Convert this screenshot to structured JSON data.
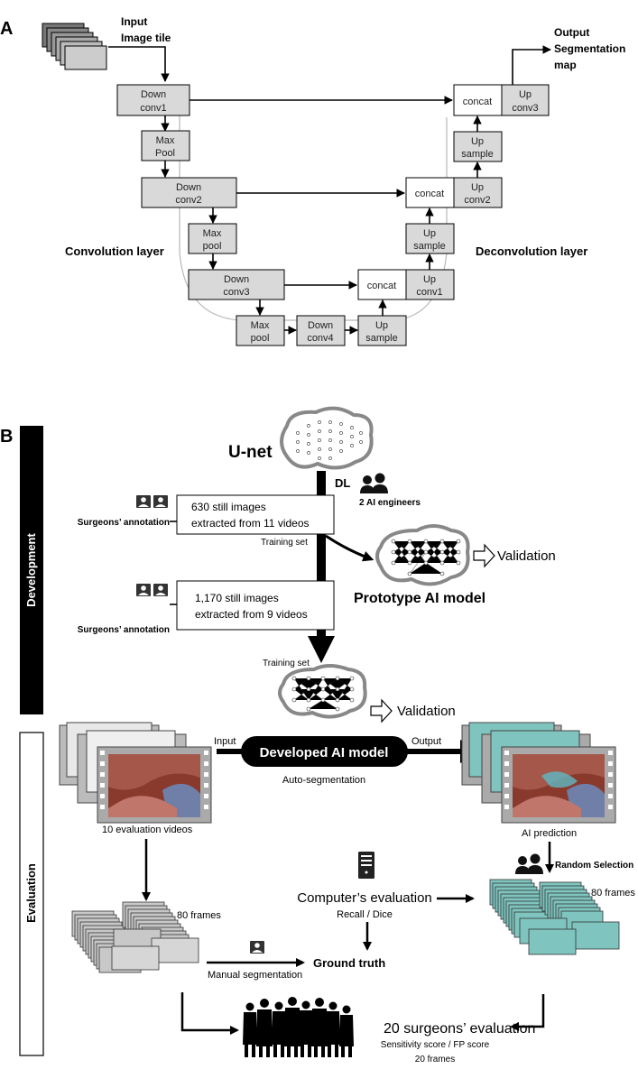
{
  "panel_a": {
    "label": "A",
    "input": [
      "Input",
      "Image tile"
    ],
    "output": [
      "Output",
      "Segmentation",
      "map"
    ],
    "down_conv1": [
      "Down",
      "conv1"
    ],
    "max_pool1": [
      "Max",
      "Pool"
    ],
    "down_conv2": [
      "Down",
      "conv2"
    ],
    "max_pool2": [
      "Max",
      "pool"
    ],
    "down_conv3": [
      "Down",
      "conv3"
    ],
    "max_pool3": [
      "Max",
      "pool"
    ],
    "down_conv4": [
      "Down",
      "conv4"
    ],
    "up_sample1": [
      "Up",
      "sample"
    ],
    "concat1": "concat",
    "up_conv1": [
      "Up",
      "conv1"
    ],
    "up_sample2": [
      "Up",
      "sample"
    ],
    "concat2": "concat",
    "up_conv2": [
      "Up",
      "conv2"
    ],
    "up_sample3": [
      "Up",
      "sample"
    ],
    "concat3": "concat",
    "up_conv3": [
      "Up",
      "conv3"
    ],
    "convolution_layer": "Convolution layer",
    "deconvolution_layer": "Deconvolution layer"
  },
  "panel_b": {
    "label": "B",
    "development_label": "Development",
    "evaluation_label": "Evaluation",
    "unet": "U-net",
    "dl": "DL",
    "ai_engineers": "2 AI engineers",
    "surgeons_annotation_1": "Surgeons’ annotation",
    "dataset1": [
      "630 still images",
      "extracted from 11 videos"
    ],
    "training_set_1": "Training set",
    "validation_1": "Validation",
    "prototype_model": "Prototype AI model",
    "surgeons_annotation_2": "Surgeons’ annotation",
    "dataset2": [
      "1,170 still images",
      "extracted from 9 videos"
    ],
    "training_set_2": "Training set",
    "validation_2": "Validation",
    "input": "Input",
    "output": "Output",
    "developed_model": "Developed AI model",
    "auto_segmentation": "Auto-segmentation",
    "eval_videos": "10 evaluation videos",
    "ai_prediction": "AI prediction",
    "random_selection": "Random Selection",
    "frames_left": "80 frames",
    "frames_right": "80 frames",
    "computer_eval": "Computer’s evaluation",
    "recall_dice": "Recall / Dice",
    "manual_segmentation": "Manual segmentation",
    "ground_truth": "Ground truth",
    "surgeons_eval": "20 surgeons’ evaluation",
    "sensitivity": "Sensitivity score / FP score",
    "twenty_frames": "20 frames"
  },
  "colors": {
    "box": "#d9d9d9",
    "teal": "#7fc4bf",
    "black": "#000000",
    "gray_line": "#b8b8b8"
  },
  "icons": [
    "film-stack-icon",
    "brain-network-icon",
    "person-badge-icon",
    "two-persons-icon",
    "server-icon",
    "crowd-icon",
    "hollow-arrow-icon"
  ]
}
